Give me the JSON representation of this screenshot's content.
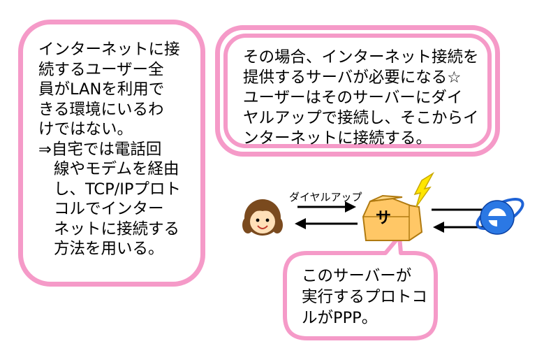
{
  "left_note": {
    "lines": [
      "インターネットに接",
      "続するユーザー全",
      "員がLANを利用で",
      "きる環境にいるわ",
      "けではない。",
      "⇒自宅では電話回",
      "線やモデムを経由",
      "し、TCP/IPプロト",
      "コルでインター",
      "ネットに接続する",
      "方法を用いる。"
    ]
  },
  "top_note": {
    "lines": [
      "その場合、インターネット接続を",
      "提供するサーバが必要になる☆",
      "ユーザーはそのサーバーにダイ",
      "ヤルアップで接続し、そこからイ",
      "ンターネットに接続する。"
    ]
  },
  "bottom_note": {
    "lines": [
      "このサーバーが",
      "実行するプロトコ",
      "ルがPPP。"
    ]
  },
  "diagram": {
    "dialup_label": "ダイヤルアップ",
    "server_label": "サ"
  },
  "colors": {
    "accent_pink": "#f59ac8",
    "server_orange": "#ffc766",
    "lightning_yellow": "#ffe600",
    "ie_blue": "#1f63d6"
  }
}
